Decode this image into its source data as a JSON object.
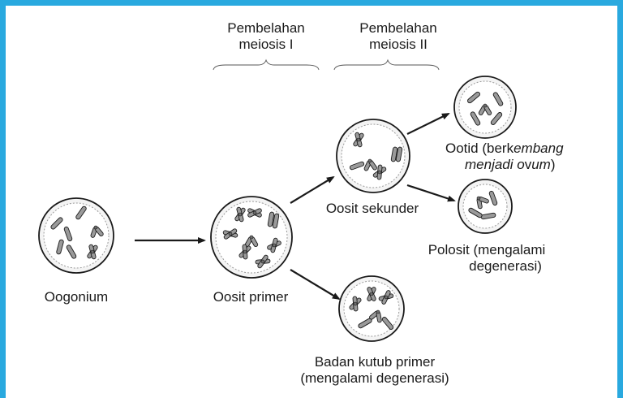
{
  "brackets": {
    "meiosis1": [
      "Pembelahan",
      "meiosis I"
    ],
    "meiosis2": [
      "Pembelahan",
      "meiosis II"
    ]
  },
  "cells": {
    "oogonium": [
      "Oogonium"
    ],
    "oosit_primer": [
      "Oosit primer"
    ],
    "oosit_sekunder": [
      "Oosit sekunder"
    ],
    "ootid": {
      "line1_prefix": "Ootid (berk",
      "line1_italic": "embang",
      "line2_italic_a": "menjadi o",
      "line2_normal": "v",
      "line2_italic_b": "um",
      "line2_end": ")"
    },
    "polosit": [
      "Polosit (mengalami",
      "degenerasi)"
    ],
    "badan_kutub": [
      "Badan kutub primer",
      "(mengalami degenerasi)"
    ]
  },
  "colors": {
    "frame": "#29a9df",
    "chromosome": "#9a9a9a",
    "outline": "#1a1a1a"
  }
}
